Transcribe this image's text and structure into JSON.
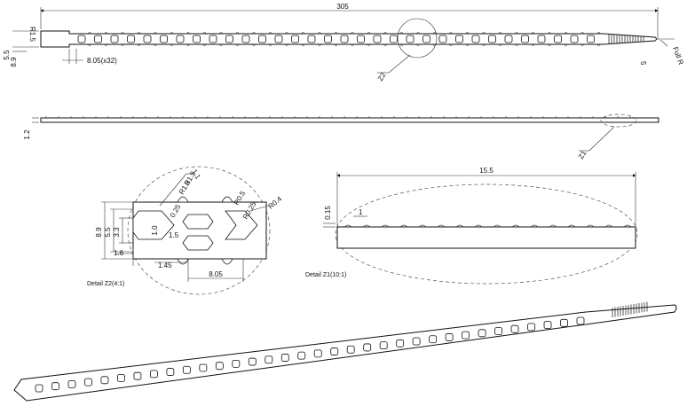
{
  "drawing": {
    "top_view": {
      "overall_length": "305",
      "head_radius": "R1.5",
      "pitch": "8.05(x32)",
      "width_outer": "8.9",
      "width_inner": "5.5",
      "tip_dim": "5",
      "tip_label": "Full R",
      "callout": "Z2"
    },
    "side_view": {
      "thickness": "1.2",
      "callout": "Z1"
    },
    "detail_z2": {
      "caption": "Detail Z2(4:1)",
      "dims": [
        "8.9",
        "5.5",
        "3.3",
        "1.6",
        "1.0",
        "1.5",
        "1.45",
        "8.05",
        "1.1",
        "R1.5",
        "R1.3",
        "0.25",
        "R0.5",
        "R0.25",
        "R0.4"
      ]
    },
    "detail_z1": {
      "caption": "Detail Z1(10:1)",
      "length": "15.5",
      "height": "0.15",
      "small_dim": "1"
    }
  }
}
